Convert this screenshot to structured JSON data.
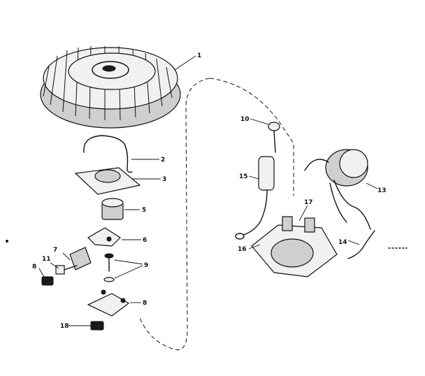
{
  "parts": [
    {
      "id": "flywheel",
      "label": "1"
    },
    {
      "id": "spring-clip",
      "label": "2"
    },
    {
      "id": "cover-plate",
      "label": "3"
    },
    {
      "id": "cam",
      "label": "5"
    },
    {
      "id": "breaker-arm",
      "label": "6"
    },
    {
      "id": "terminal-bracket",
      "label": "7"
    },
    {
      "id": "clamp-nut",
      "label": "8"
    },
    {
      "id": "contact-screw",
      "label": "9"
    },
    {
      "id": "breaker-base",
      "label": "8"
    },
    {
      "id": "lock-clip",
      "label": "18"
    },
    {
      "id": "bolt",
      "label": "10"
    },
    {
      "id": "condenser",
      "label": "15"
    },
    {
      "id": "coil",
      "label": "13"
    },
    {
      "id": "stator-housing",
      "label": "17"
    },
    {
      "id": "ground-wire",
      "label": "16"
    },
    {
      "id": "lead-wire",
      "label": "14"
    },
    {
      "id": "small-screw",
      "label": "11"
    }
  ]
}
